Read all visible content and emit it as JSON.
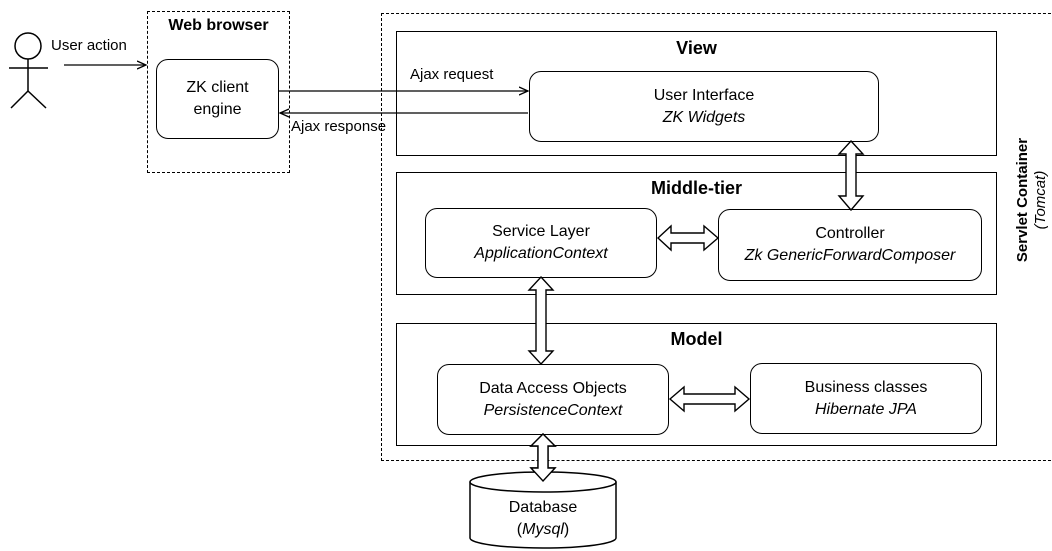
{
  "actor": {
    "label": "User action"
  },
  "browser": {
    "title": "Web browser",
    "engine_line1": "ZK client",
    "engine_line2": "engine"
  },
  "ajax": {
    "request": "Ajax request",
    "response": "Ajax response"
  },
  "container": {
    "title": "Servlet Container",
    "subtitle": "(Tomcat)"
  },
  "view": {
    "title": "View",
    "ui_name": "User Interface",
    "ui_tech": "ZK Widgets"
  },
  "middle": {
    "title": "Middle-tier",
    "service_name": "Service Layer",
    "service_tech": "ApplicationContext",
    "controller_name": "Controller",
    "controller_tech": "Zk GenericForwardComposer"
  },
  "model": {
    "title": "Model",
    "dao_name": "Data Access Objects",
    "dao_tech": "PersistenceContext",
    "business_name": "Business classes",
    "business_tech": "Hibernate JPA"
  },
  "database": {
    "name": "Database",
    "open": "(",
    "engine": "Mysql",
    "close": ")"
  }
}
